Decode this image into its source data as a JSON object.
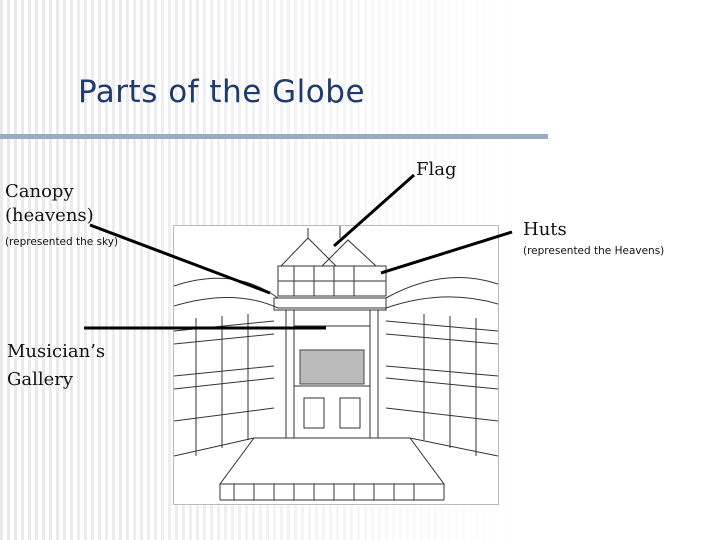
{
  "title": "Parts of the Globe",
  "labels": {
    "canopy": "Canopy",
    "canopy_sub": "(heavens)",
    "canopy_note": "(represented the sky)",
    "musicians_line1": "Musician’s",
    "musicians_line2": "Gallery",
    "flag": "Flag",
    "huts": "Huts",
    "huts_note": "(represented the Heavens)"
  },
  "colors": {
    "title": "#1f3a6e",
    "rule": "#9aabc8",
    "pointer": "#000000"
  }
}
